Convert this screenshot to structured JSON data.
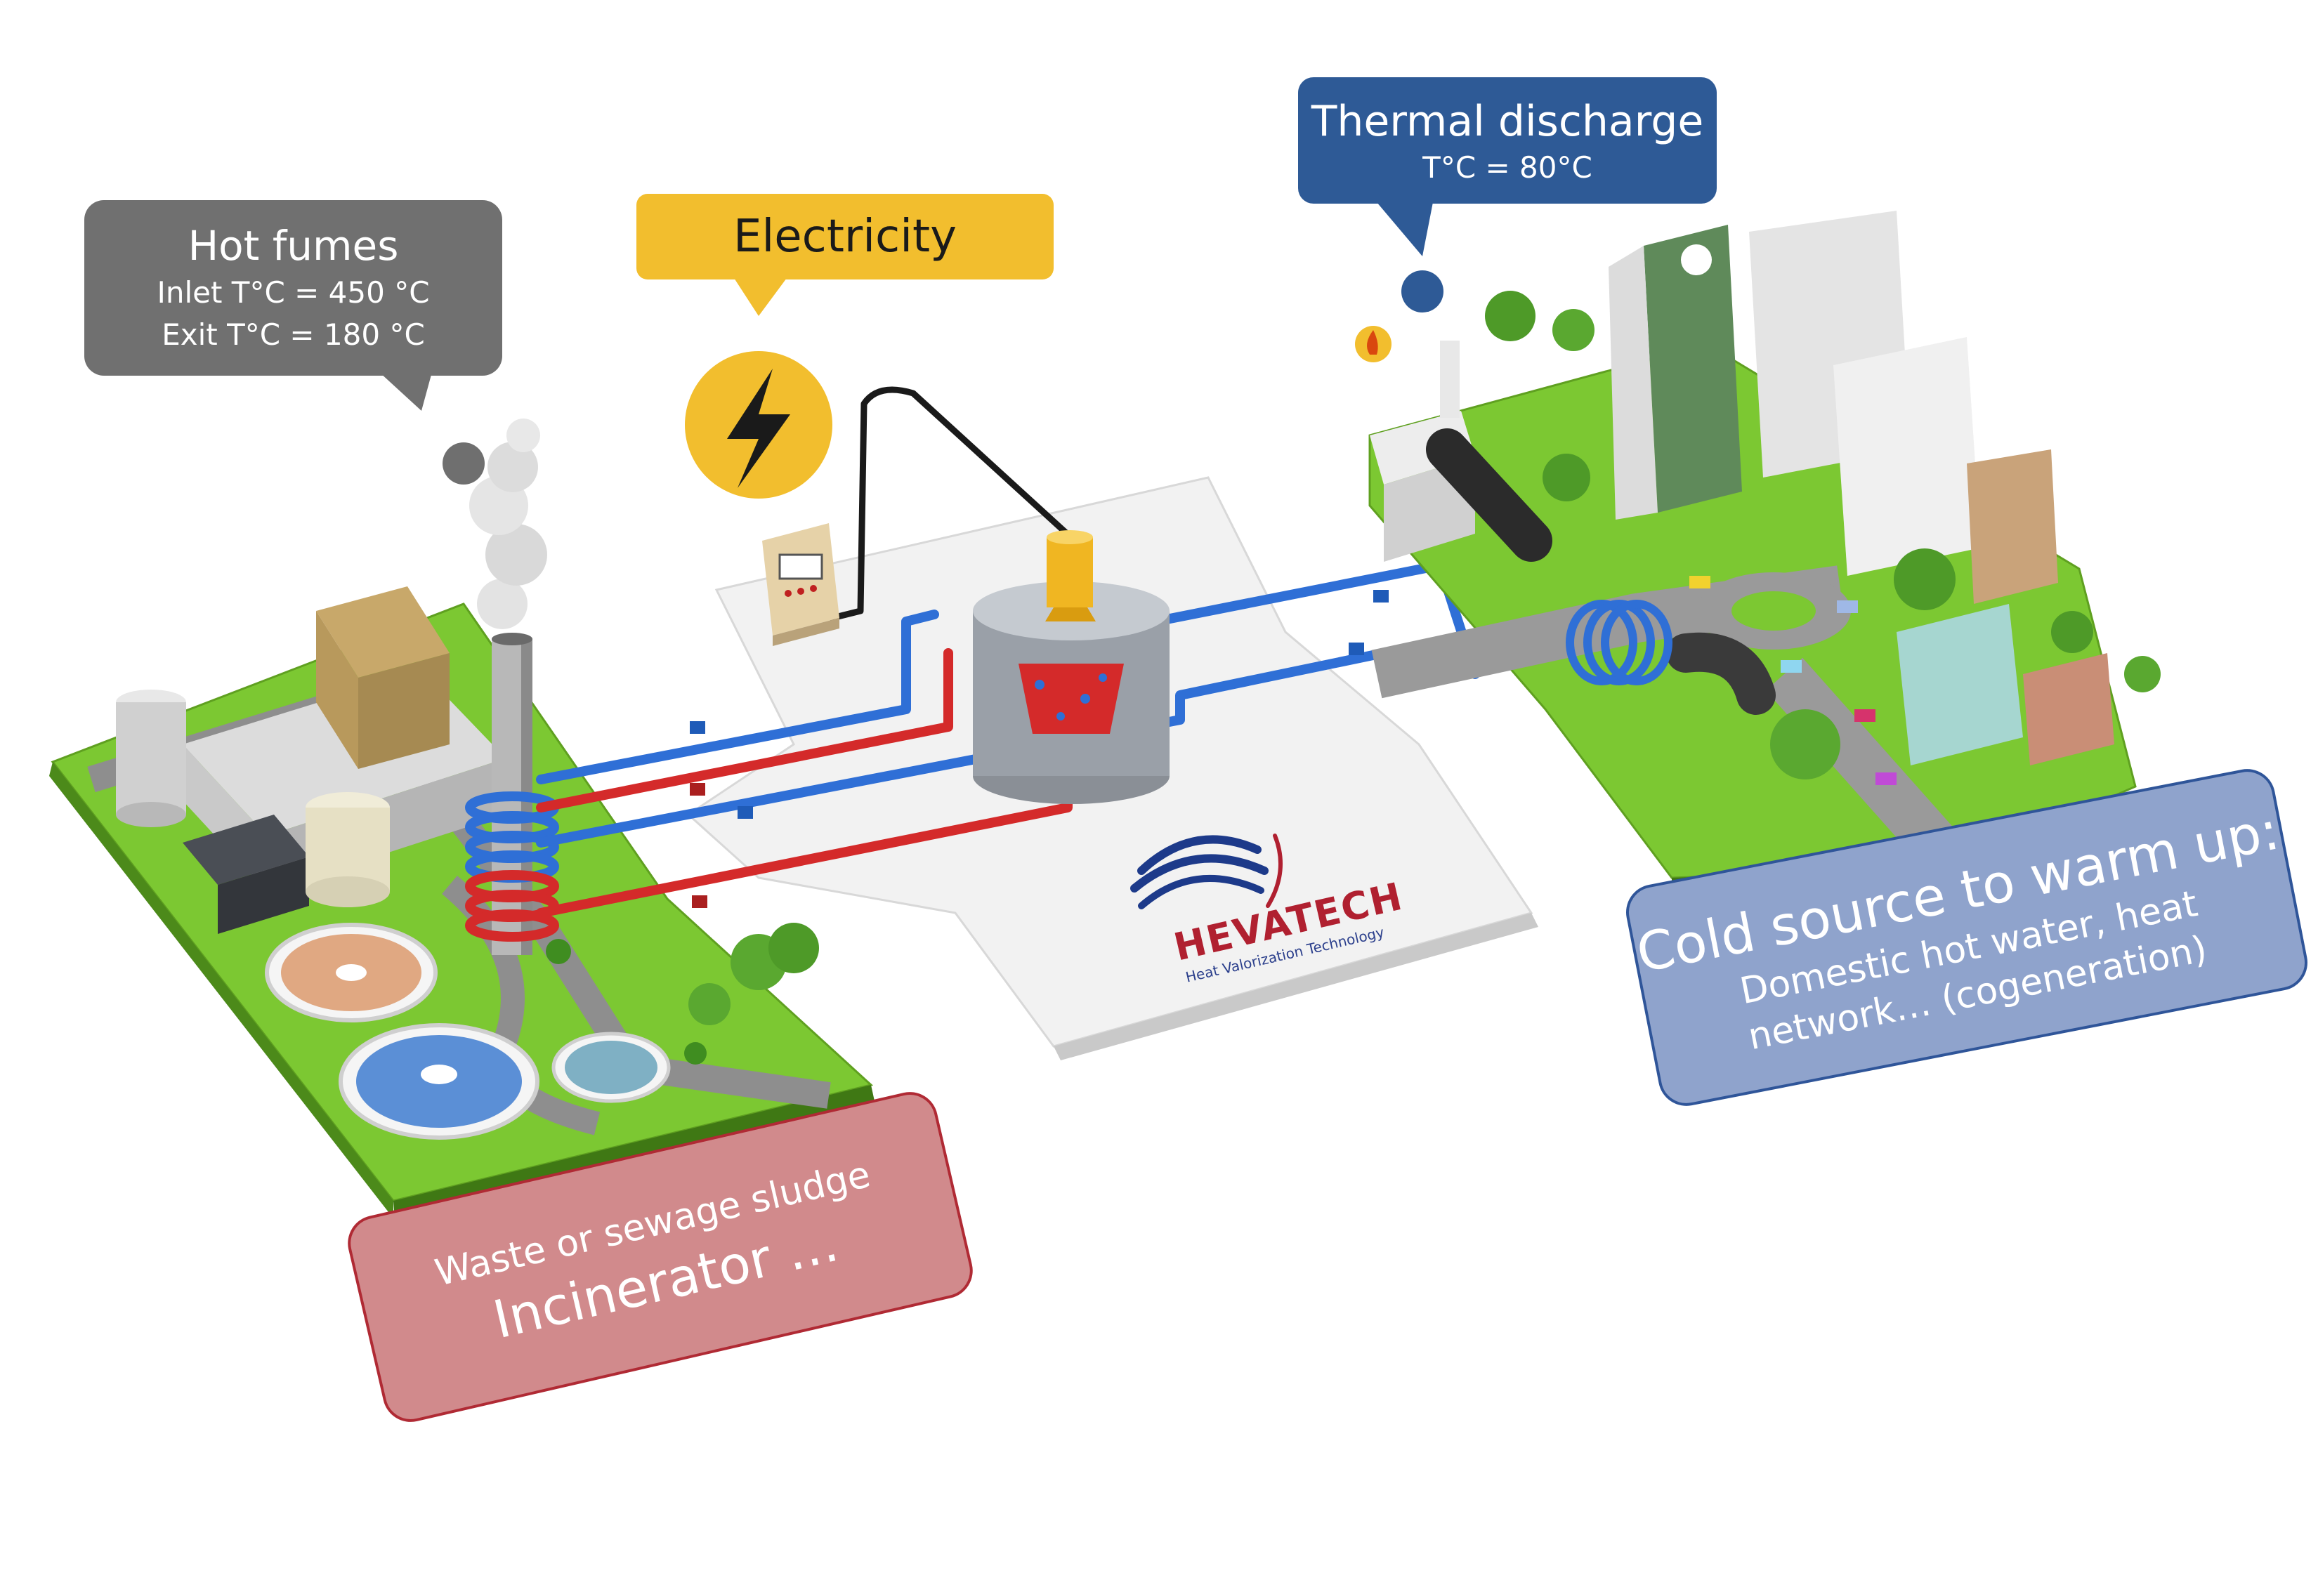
{
  "callouts": {
    "hot_fumes": {
      "title": "Hot fumes",
      "line1": "Inlet T°C = 450 °C",
      "line2": "Exit T°C = 180 °C"
    },
    "electricity": {
      "title": "Electricity"
    },
    "thermal_discharge": {
      "title": "Thermal discharge",
      "line1": "T°C = 80°C"
    },
    "cold_source": {
      "title": "Cold source to warm up:",
      "line1": "Domestic hot water, heat",
      "line2": "network… (cogeneration)"
    },
    "incinerator": {
      "line1": "Waste or sewage sludge",
      "line2": "Incinerator  …"
    }
  },
  "logo": {
    "name": "HEVATECH",
    "tagline": "Heat Valorization Technology"
  },
  "colors": {
    "hot_pipe": "#d42a2a",
    "cold_pipe": "#2f6fd6",
    "grass": "#7cc832",
    "platform": "#eeeeee",
    "fumes_callout": "#707070",
    "electricity_callout": "#f2be2e",
    "thermal_callout": "#2e5a96",
    "cold_callout": "#8fa3cc",
    "incinerator_callout": "#d18a8c"
  }
}
